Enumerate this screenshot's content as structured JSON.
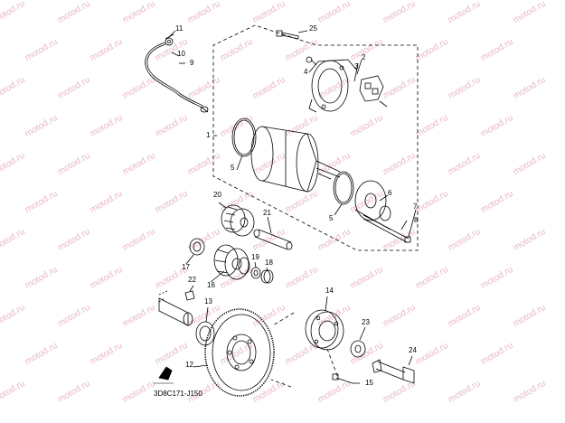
{
  "diagram": {
    "part_numbers": [
      "1",
      "2",
      "3",
      "4",
      "5",
      "5",
      "6",
      "7",
      "8",
      "9",
      "10",
      "11",
      "12",
      "13",
      "14",
      "15",
      "16",
      "17",
      "18",
      "19",
      "20",
      "21",
      "22",
      "23",
      "24",
      "25"
    ],
    "catalog_code": "3D8C171-J150",
    "watermark_text": "motod.ru",
    "colors": {
      "line": "#000000",
      "watermark": "#e8b8c2",
      "background": "#ffffff"
    }
  }
}
